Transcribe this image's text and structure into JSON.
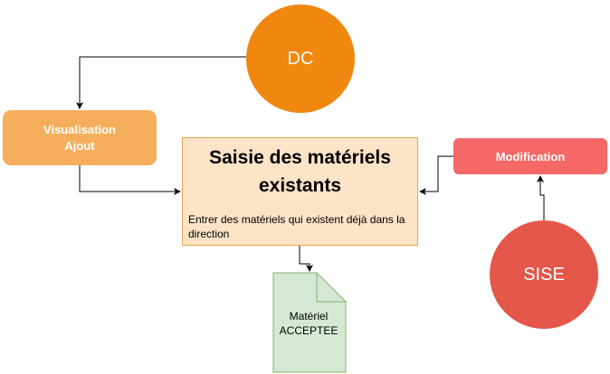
{
  "nodes": {
    "dc": {
      "label": "DC",
      "color": "#f0880f"
    },
    "sise": {
      "label": "SISE",
      "color": "#e4574a"
    },
    "visualisation": {
      "line1": "Visualisation",
      "line2": "Ajout",
      "color": "#f5ae5b"
    },
    "modification": {
      "label": "Modification",
      "color": "#f46868"
    },
    "saisie": {
      "title": "Saisie des matériels existants",
      "description": "Entrer des matériels qui existent déjà dans la direction",
      "fill": "#fde3c8",
      "border": "#e2a64a"
    },
    "document": {
      "line1": "Matériel",
      "line2": "ACCEPTEE",
      "fill": "#d5e8d4",
      "border": "#82b366"
    }
  },
  "edges": [
    {
      "from": "dc",
      "to": "visualisation"
    },
    {
      "from": "visualisation",
      "to": "saisie"
    },
    {
      "from": "modification",
      "to": "saisie"
    },
    {
      "from": "sise",
      "to": "modification"
    },
    {
      "from": "saisie",
      "to": "document"
    }
  ]
}
